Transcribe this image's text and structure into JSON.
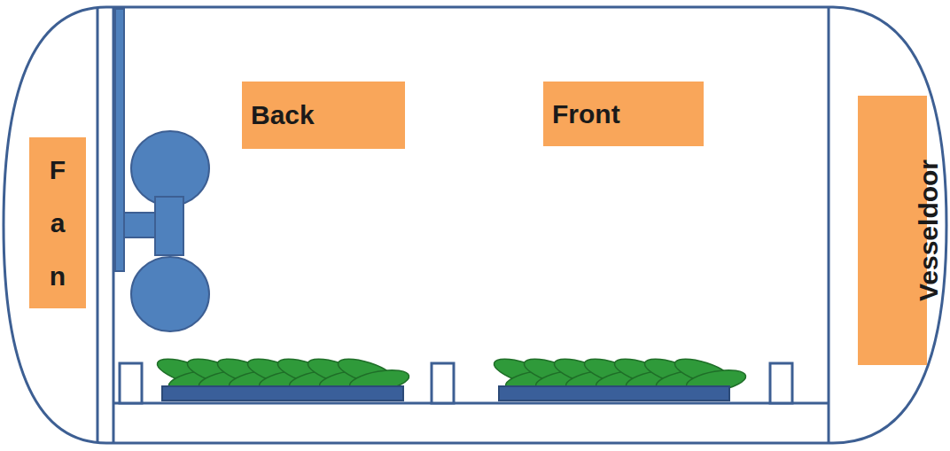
{
  "diagram": {
    "nodes": [
      {
        "text": [
          "Back"
        ]
      },
      {
        "text": [
          "Front"
        ]
      },
      {
        "text": [
          "Fan"
        ]
      },
      {
        "text": [
          "Vesseldoor"
        ]
      }
    ]
  }
}
